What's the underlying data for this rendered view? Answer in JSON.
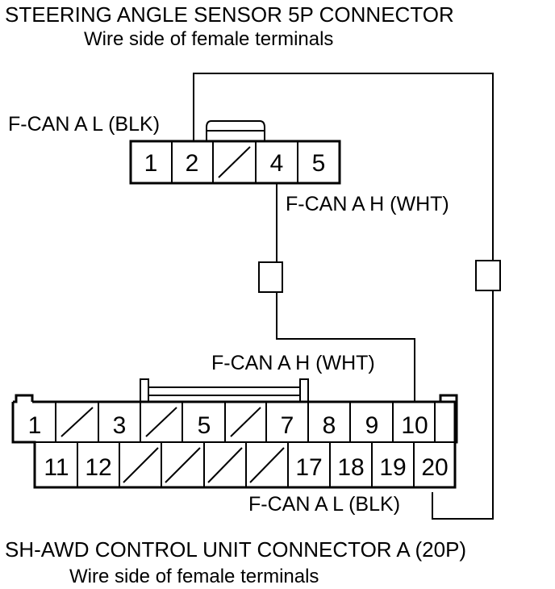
{
  "top_connector": {
    "title": "STEERING ANGLE SENSOR 5P CONNECTOR",
    "subtitle": "Wire side of female terminals",
    "pins": [
      "1",
      "2",
      "",
      "4",
      "5"
    ],
    "label_l": "F-CAN A L (BLK)",
    "label_h": "F-CAN A H (WHT)"
  },
  "bottom_connector": {
    "title": "SH-AWD CONTROL UNIT CONNECTOR A (20P)",
    "subtitle": "Wire side of female terminals",
    "row1": [
      "1",
      "",
      "3",
      "",
      "5",
      "",
      "7",
      "8",
      "9",
      "10"
    ],
    "row2": [
      "11",
      "12",
      "",
      "",
      "",
      "",
      "17",
      "18",
      "19",
      "20"
    ],
    "label_h": "F-CAN A H (WHT)",
    "label_l": "F-CAN A L (BLK)"
  },
  "colors": {
    "line": "#000000",
    "background": "#ffffff"
  }
}
